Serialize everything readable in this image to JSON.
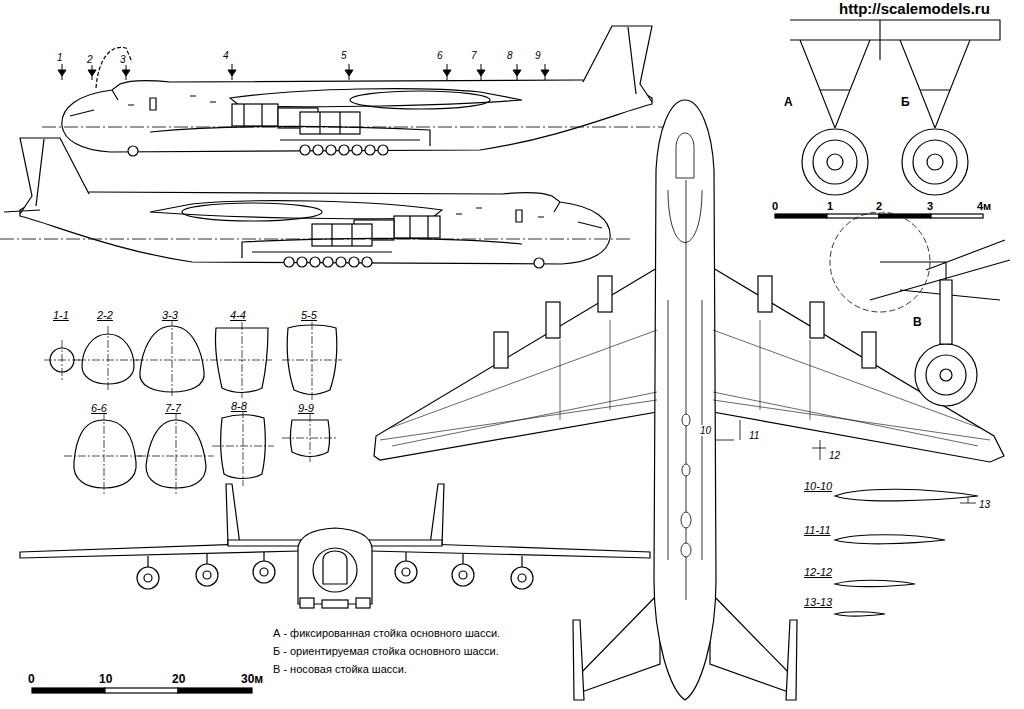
{
  "diagram": {
    "labels": [
      "http://scalemodels.ru",
      "1",
      "2",
      "3",
      "4",
      "5",
      "6",
      "7",
      "8",
      "9",
      "1-1",
      "2-2",
      "3-3",
      "4-4",
      "5-5",
      "6-6",
      "7-7",
      "8-8",
      "9-9",
      "10",
      "11",
      "12",
      "13",
      "10-10",
      "11-11",
      "12-12",
      "13-13",
      "А",
      "Б",
      "В",
      "0",
      "1",
      "2",
      "3",
      "4м",
      "А - фиксированная стойка основного шасси.",
      "Б - ориентируемая стойка основного шасси.",
      "В - носовая стойка шасси.",
      "0",
      "10",
      "20",
      "30м"
    ]
  }
}
